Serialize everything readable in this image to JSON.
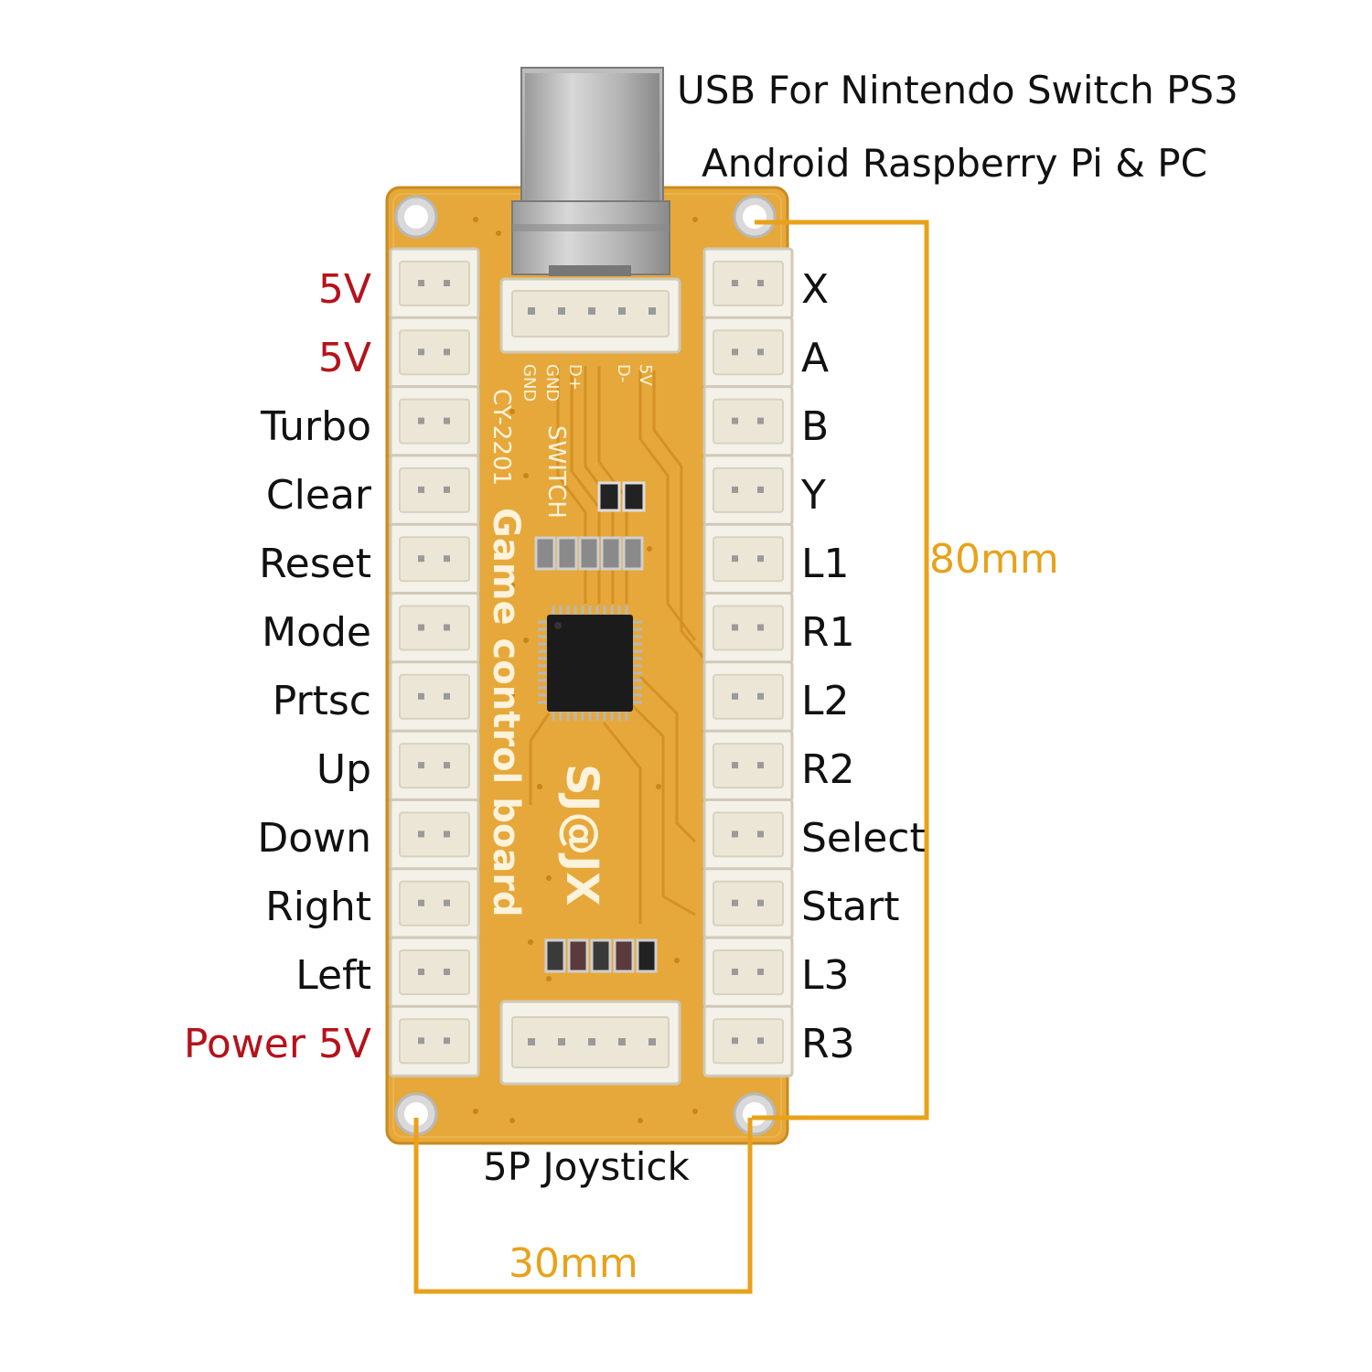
{
  "title": {
    "line1": "USB For Nintendo Switch PS3",
    "line2": "Android Raspberry Pi & PC"
  },
  "left_labels": [
    "5V",
    "5V",
    "Turbo",
    "Clear",
    "Reset",
    "Mode",
    "Prtsc",
    "Up",
    "Down",
    "Right",
    "Left",
    "Power 5V"
  ],
  "left_label_colors": [
    "red",
    "red",
    "black",
    "black",
    "black",
    "black",
    "black",
    "black",
    "black",
    "black",
    "black",
    "red"
  ],
  "right_labels": [
    "X",
    "A",
    "B",
    "Y",
    "L1",
    "R1",
    "L2",
    "R2",
    "Select",
    "Start",
    "L3",
    "R3"
  ],
  "joystick_label": "5P Joystick",
  "dimensions": {
    "height": "80mm",
    "width": "30mm"
  },
  "board": {
    "model": "CY-2201",
    "product": "Game control board",
    "brand": "SJ@JX",
    "switch_text": "SWITCH",
    "usb_pins": [
      "GND",
      "GND",
      "D+",
      "D-",
      "5V"
    ]
  },
  "colors": {
    "pcb": "#e6a83a",
    "pcb_edge": "#c98a1f",
    "dimension": "#e8a21a",
    "accent_red": "#b5121b",
    "connector": "#f4f1e8"
  }
}
